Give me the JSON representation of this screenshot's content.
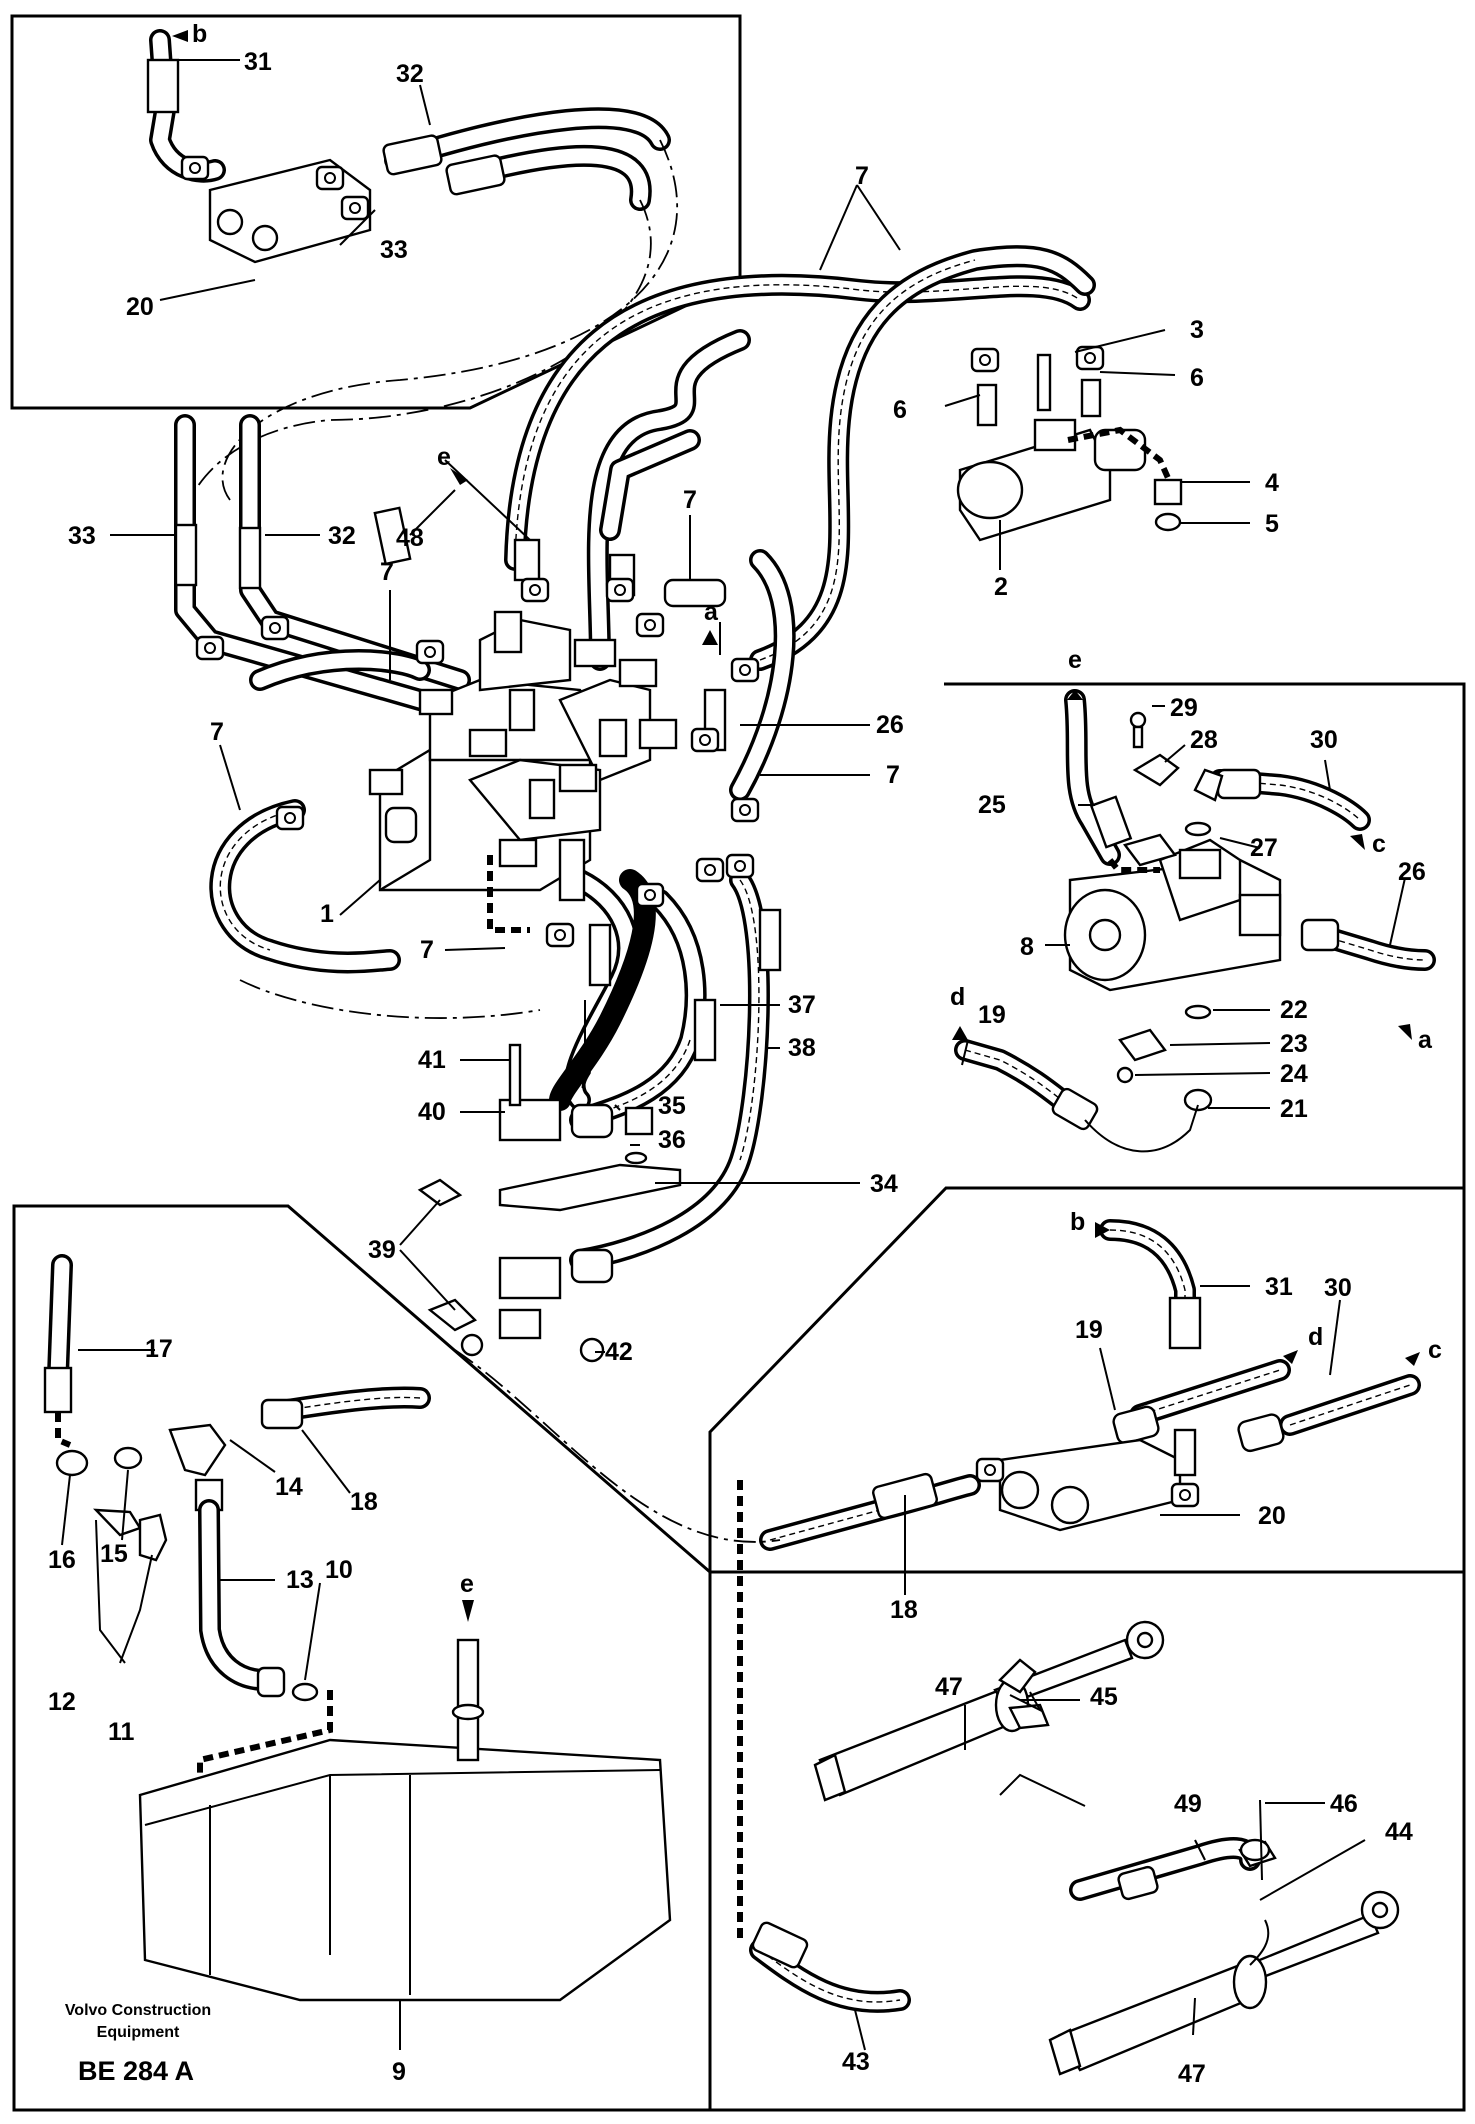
{
  "figure_code": "BE 284 A",
  "publisher": [
    "Volvo Construction",
    "Equipment"
  ],
  "ref_letters": {
    "a": "a",
    "b": "b",
    "c": "c",
    "d": "d",
    "e": "e"
  },
  "parts": {
    "p1": "1",
    "p2": "2",
    "p3": "3",
    "p4": "4",
    "p5": "5",
    "p6": "6",
    "p7": "7",
    "p8": "8",
    "p9": "9",
    "p10": "10",
    "p11": "11",
    "p12": "12",
    "p13": "13",
    "p14": "14",
    "p15": "15",
    "p16": "16",
    "p17": "17",
    "p18": "18",
    "p19": "19",
    "p20": "20",
    "p21": "21",
    "p22": "22",
    "p23": "23",
    "p24": "24",
    "p25": "25",
    "p26": "26",
    "p27": "27",
    "p28": "28",
    "p29": "29",
    "p30": "30",
    "p31": "31",
    "p32": "32",
    "p33": "33",
    "p34": "34",
    "p35": "35",
    "p36": "36",
    "p37": "37",
    "p38": "38",
    "p39": "39",
    "p40": "40",
    "p41": "41",
    "p42": "42",
    "p43": "43",
    "p44": "44",
    "p45": "45",
    "p46": "46",
    "p47": "47",
    "p48": "48",
    "p49": "49"
  }
}
